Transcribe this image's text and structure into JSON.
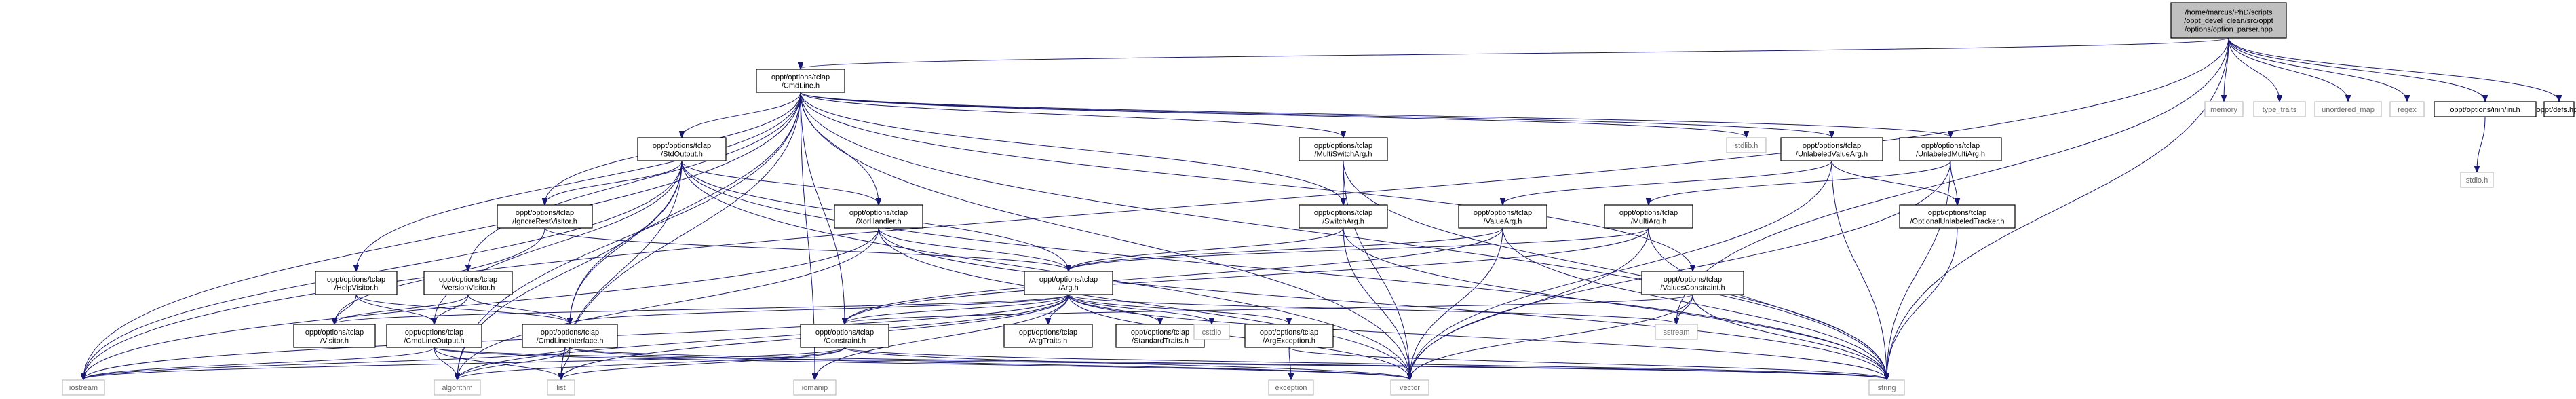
{
  "diagram": {
    "root": {
      "id": "root",
      "label_lines": [
        "/home/marcus/PhD/scripts",
        "/oppt_devel_clean/src/oppt",
        "/options/option_parser.hpp"
      ]
    },
    "nodes": [
      {
        "id": "cmdline",
        "label_lines": [
          "oppt/options/tclap",
          "/CmdLine.h"
        ],
        "kind": "internal"
      },
      {
        "id": "memory",
        "label_lines": [
          "memory"
        ],
        "kind": "external"
      },
      {
        "id": "type_traits",
        "label_lines": [
          "type_traits"
        ],
        "kind": "external"
      },
      {
        "id": "unordered_map",
        "label_lines": [
          "unordered_map"
        ],
        "kind": "external"
      },
      {
        "id": "regex",
        "label_lines": [
          "regex"
        ],
        "kind": "external"
      },
      {
        "id": "ini",
        "label_lines": [
          "oppt/options/inih/ini.h"
        ],
        "kind": "internal"
      },
      {
        "id": "defs",
        "label_lines": [
          "oppt/defs.hpp"
        ],
        "kind": "internal"
      },
      {
        "id": "stdlib",
        "label_lines": [
          "stdlib.h"
        ],
        "kind": "external"
      },
      {
        "id": "stdio",
        "label_lines": [
          "stdio.h"
        ],
        "kind": "external"
      },
      {
        "id": "stdoutput",
        "label_lines": [
          "oppt/options/tclap",
          "/StdOutput.h"
        ],
        "kind": "internal"
      },
      {
        "id": "multiswitch",
        "label_lines": [
          "oppt/options/tclap",
          "/MultiSwitchArg.h"
        ],
        "kind": "internal"
      },
      {
        "id": "unlabeledvalue",
        "label_lines": [
          "oppt/options/tclap",
          "/UnlabeledValueArg.h"
        ],
        "kind": "internal"
      },
      {
        "id": "unlabeledmulti",
        "label_lines": [
          "oppt/options/tclap",
          "/UnlabeledMultiArg.h"
        ],
        "kind": "internal"
      },
      {
        "id": "ignorerest",
        "label_lines": [
          "oppt/options/tclap",
          "/IgnoreRestVisitor.h"
        ],
        "kind": "internal"
      },
      {
        "id": "xorhandler",
        "label_lines": [
          "oppt/options/tclap",
          "/XorHandler.h"
        ],
        "kind": "internal"
      },
      {
        "id": "switcharg",
        "label_lines": [
          "oppt/options/tclap",
          "/SwitchArg.h"
        ],
        "kind": "internal"
      },
      {
        "id": "valuearg",
        "label_lines": [
          "oppt/options/tclap",
          "/ValueArg.h"
        ],
        "kind": "internal"
      },
      {
        "id": "multiarg",
        "label_lines": [
          "oppt/options/tclap",
          "/MultiArg.h"
        ],
        "kind": "internal"
      },
      {
        "id": "optionalunlabeled",
        "label_lines": [
          "oppt/options/tclap",
          "/OptionalUnlabeledTracker.h"
        ],
        "kind": "internal"
      },
      {
        "id": "helpvisitor",
        "label_lines": [
          "oppt/options/tclap",
          "/HelpVisitor.h"
        ],
        "kind": "internal"
      },
      {
        "id": "versionvisitor",
        "label_lines": [
          "oppt/options/tclap",
          "/VersionVisitor.h"
        ],
        "kind": "internal"
      },
      {
        "id": "arg",
        "label_lines": [
          "oppt/options/tclap",
          "/Arg.h"
        ],
        "kind": "internal"
      },
      {
        "id": "valuesconstraint",
        "label_lines": [
          "oppt/options/tclap",
          "/ValuesConstraint.h"
        ],
        "kind": "internal"
      },
      {
        "id": "visitor",
        "label_lines": [
          "oppt/options/tclap",
          "/Visitor.h"
        ],
        "kind": "internal"
      },
      {
        "id": "cmdlineoutput",
        "label_lines": [
          "oppt/options/tclap",
          "/CmdLineOutput.h"
        ],
        "kind": "internal"
      },
      {
        "id": "cmdlineinterface",
        "label_lines": [
          "oppt/options/tclap",
          "/CmdLineInterface.h"
        ],
        "kind": "internal"
      },
      {
        "id": "constraint",
        "label_lines": [
          "oppt/options/tclap",
          "/Constraint.h"
        ],
        "kind": "internal"
      },
      {
        "id": "argtraits",
        "label_lines": [
          "oppt/options/tclap",
          "/ArgTraits.h"
        ],
        "kind": "internal"
      },
      {
        "id": "standardtraits",
        "label_lines": [
          "oppt/options/tclap",
          "/StandardTraits.h"
        ],
        "kind": "internal"
      },
      {
        "id": "cstdio",
        "label_lines": [
          "cstdio"
        ],
        "kind": "external"
      },
      {
        "id": "argexception",
        "label_lines": [
          "oppt/options/tclap",
          "/ArgException.h"
        ],
        "kind": "internal"
      },
      {
        "id": "sstream",
        "label_lines": [
          "sstream"
        ],
        "kind": "external"
      },
      {
        "id": "iostream",
        "label_lines": [
          "iostream"
        ],
        "kind": "external"
      },
      {
        "id": "algorithm",
        "label_lines": [
          "algorithm"
        ],
        "kind": "external"
      },
      {
        "id": "list",
        "label_lines": [
          "list"
        ],
        "kind": "external"
      },
      {
        "id": "iomanip",
        "label_lines": [
          "iomanip"
        ],
        "kind": "external"
      },
      {
        "id": "exception",
        "label_lines": [
          "exception"
        ],
        "kind": "external"
      },
      {
        "id": "vector",
        "label_lines": [
          "vector"
        ],
        "kind": "external"
      },
      {
        "id": "string",
        "label_lines": [
          "string"
        ],
        "kind": "external"
      }
    ],
    "edges": [
      [
        "root",
        "cmdline"
      ],
      [
        "root",
        "memory"
      ],
      [
        "root",
        "type_traits"
      ],
      [
        "root",
        "unordered_map"
      ],
      [
        "root",
        "regex"
      ],
      [
        "root",
        "ini"
      ],
      [
        "root",
        "defs"
      ],
      [
        "root",
        "iostream"
      ],
      [
        "root",
        "sstream"
      ],
      [
        "root",
        "string"
      ],
      [
        "ini",
        "stdio"
      ],
      [
        "cmdline",
        "stdoutput"
      ],
      [
        "cmdline",
        "multiswitch"
      ],
      [
        "cmdline",
        "unlabeledvalue"
      ],
      [
        "cmdline",
        "unlabeledmulti"
      ],
      [
        "cmdline",
        "stdlib"
      ],
      [
        "cmdline",
        "switcharg"
      ],
      [
        "cmdline",
        "xorhandler"
      ],
      [
        "cmdline",
        "ignorerest"
      ],
      [
        "cmdline",
        "helpvisitor"
      ],
      [
        "cmdline",
        "versionvisitor"
      ],
      [
        "cmdline",
        "cmdlineinterface"
      ],
      [
        "cmdline",
        "constraint"
      ],
      [
        "cmdline",
        "valuesconstraint"
      ],
      [
        "cmdline",
        "iostream"
      ],
      [
        "cmdline",
        "algorithm"
      ],
      [
        "cmdline",
        "list"
      ],
      [
        "cmdline",
        "iomanip"
      ],
      [
        "cmdline",
        "vector"
      ],
      [
        "cmdline",
        "string"
      ],
      [
        "stdoutput",
        "ignorerest"
      ],
      [
        "stdoutput",
        "xorhandler"
      ],
      [
        "stdoutput",
        "arg"
      ],
      [
        "stdoutput",
        "cmdlineinterface"
      ],
      [
        "stdoutput",
        "cmdlineoutput"
      ],
      [
        "stdoutput",
        "iostream"
      ],
      [
        "stdoutput",
        "algorithm"
      ],
      [
        "stdoutput",
        "list"
      ],
      [
        "stdoutput",
        "string"
      ],
      [
        "stdoutput",
        "vector"
      ],
      [
        "multiswitch",
        "switcharg"
      ],
      [
        "multiswitch",
        "vector"
      ],
      [
        "multiswitch",
        "string"
      ],
      [
        "unlabeledvalue",
        "valuearg"
      ],
      [
        "unlabeledvalue",
        "optionalunlabeled"
      ],
      [
        "unlabeledvalue",
        "vector"
      ],
      [
        "unlabeledvalue",
        "string"
      ],
      [
        "unlabeledmulti",
        "multiarg"
      ],
      [
        "unlabeledmulti",
        "optionalunlabeled"
      ],
      [
        "unlabeledmulti",
        "vector"
      ],
      [
        "unlabeledmulti",
        "string"
      ],
      [
        "ignorerest",
        "visitor"
      ],
      [
        "ignorerest",
        "arg"
      ],
      [
        "xorhandler",
        "arg"
      ],
      [
        "xorhandler",
        "algorithm"
      ],
      [
        "xorhandler",
        "iostream"
      ],
      [
        "xorhandler",
        "string"
      ],
      [
        "xorhandler",
        "vector"
      ],
      [
        "switcharg",
        "arg"
      ],
      [
        "switcharg",
        "string"
      ],
      [
        "switcharg",
        "vector"
      ],
      [
        "valuearg",
        "arg"
      ],
      [
        "valuearg",
        "constraint"
      ],
      [
        "valuearg",
        "string"
      ],
      [
        "valuearg",
        "vector"
      ],
      [
        "multiarg",
        "arg"
      ],
      [
        "multiarg",
        "constraint"
      ],
      [
        "multiarg",
        "string"
      ],
      [
        "multiarg",
        "vector"
      ],
      [
        "optionalunlabeled",
        "string"
      ],
      [
        "helpvisitor",
        "visitor"
      ],
      [
        "helpvisitor",
        "cmdlineinterface"
      ],
      [
        "helpvisitor",
        "cmdlineoutput"
      ],
      [
        "versionvisitor",
        "visitor"
      ],
      [
        "versionvisitor",
        "cmdlineinterface"
      ],
      [
        "versionvisitor",
        "cmdlineoutput"
      ],
      [
        "arg",
        "visitor"
      ],
      [
        "arg",
        "cmdlineinterface"
      ],
      [
        "arg",
        "constraint"
      ],
      [
        "arg",
        "argtraits"
      ],
      [
        "arg",
        "standardtraits"
      ],
      [
        "arg",
        "cstdio"
      ],
      [
        "arg",
        "argexception"
      ],
      [
        "arg",
        "sstream"
      ],
      [
        "arg",
        "iomanip"
      ],
      [
        "arg",
        "list"
      ],
      [
        "arg",
        "algorithm"
      ],
      [
        "arg",
        "vector"
      ],
      [
        "arg",
        "string"
      ],
      [
        "arg",
        "iostream"
      ],
      [
        "valuesconstraint",
        "constraint"
      ],
      [
        "valuesconstraint",
        "sstream"
      ],
      [
        "valuesconstraint",
        "string"
      ],
      [
        "valuesconstraint",
        "vector"
      ],
      [
        "cmdlineoutput",
        "iostream"
      ],
      [
        "cmdlineoutput",
        "algorithm"
      ],
      [
        "cmdlineoutput",
        "list"
      ],
      [
        "cmdlineoutput",
        "string"
      ],
      [
        "cmdlineoutput",
        "vector"
      ],
      [
        "cmdlineinterface",
        "iostream"
      ],
      [
        "cmdlineinterface",
        "algorithm"
      ],
      [
        "cmdlineinterface",
        "list"
      ],
      [
        "cmdlineinterface",
        "string"
      ],
      [
        "cmdlineinterface",
        "vector"
      ],
      [
        "constraint",
        "iostream"
      ],
      [
        "constraint",
        "algorithm"
      ],
      [
        "constraint",
        "list"
      ],
      [
        "constraint",
        "string"
      ],
      [
        "constraint",
        "vector"
      ],
      [
        "argexception",
        "exception"
      ],
      [
        "argexception",
        "string"
      ]
    ]
  }
}
